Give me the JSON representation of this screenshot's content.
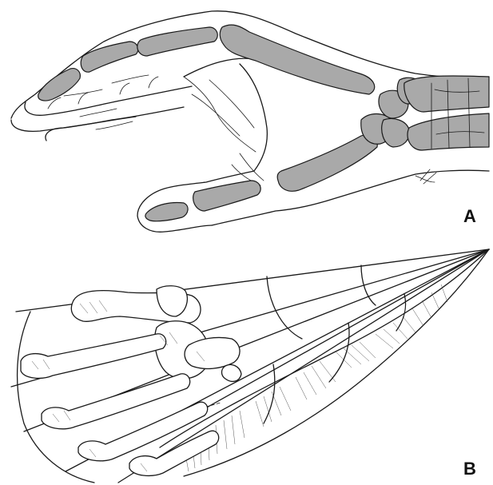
{
  "figure": {
    "panels": [
      {
        "id": "A",
        "label": "A"
      },
      {
        "id": "B",
        "label": "B"
      }
    ],
    "colors": {
      "ink": "#1a1a1a",
      "bone_shading": "#a9a9a9",
      "background": "#ffffff"
    }
  }
}
